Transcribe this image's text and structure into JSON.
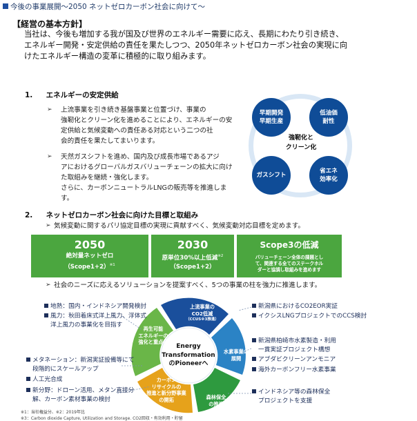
{
  "header": {
    "title": "今後の事業展開～2050 ネットゼロカーボン社会に向けて～"
  },
  "policy": {
    "heading": "【経営の基本方針】",
    "lines": [
      "当社は、今後も増加する我が国及び世界のエネルギー需要に応え、長期にわたり引き続き、",
      "エネルギー開発・安定供給の責任を果たしつつ、2050年ネットゼロカーボン社会の実現に向",
      "けたエネルギー構造の変革に積極的に取り組みます。"
    ]
  },
  "section1": {
    "number": "1.",
    "title": "エネルギーの安定供給",
    "bullets": [
      {
        "lines": [
          "上流事業を引き続き基盤事業と位置づけ、事業の",
          "強靭化とクリーン化を進めることにより、エネルギーの安",
          "定供給と気候変動への責任ある対応という二つの社",
          "会的責任を果たしてまいります。"
        ]
      },
      {
        "lines": [
          "天然ガスシフトを進め、国内及び成長市場であるアジ",
          "アにおけるグローバルガスバリューチェーンの拡大に向け",
          "た取組みを継続・強化します。",
          "さらに、カーボンニュートラルLNGの販売等を推進しま",
          "す。"
        ]
      }
    ]
  },
  "cycle": {
    "center": [
      "強靭化と",
      "クリーン化"
    ],
    "bubbles": [
      {
        "label": [
          "早期開発",
          "早期生産"
        ]
      },
      {
        "label": [
          "低油価",
          "耐性"
        ]
      },
      {
        "label": [
          "ガスシフト"
        ]
      },
      {
        "label": [
          "省エネ",
          "効率化"
        ]
      }
    ]
  },
  "section2": {
    "number": "2.",
    "title": "ネットゼロカーボン社会に向けた目標と取組み",
    "lead": "気候変動に関するパリ協定目標の実現に貢献すべく、気候変動対応目標を定めます。",
    "targets": [
      {
        "headline": "2050",
        "line1": "絶対量ネットゼロ",
        "line2": "（Scope1+2）",
        "note": "※1"
      },
      {
        "headline": "2030",
        "line1": "原単位30%以上低減",
        "line2": "（Scope1+2）",
        "note": "※2"
      },
      {
        "headline": "Scope3の低減",
        "line1": "バリューチェーン全体の課題とし",
        "line2": "て、関連する全てのステークホル",
        "line3": "ダーと協調し取組みを進めます"
      }
    ],
    "lead2": "社会のニーズに応えるソリューションを提案すべく、5つの事業の柱を強力に推進します。"
  },
  "transformation": {
    "center": [
      "Energy",
      "Transformation",
      "のPioneerへ"
    ],
    "pillars": [
      {
        "label": [
          "上流事業の",
          "CO2低減",
          "（CCUS※3推進）"
        ],
        "color": "#1a4f9c"
      },
      {
        "label": [
          "水素事業の",
          "展開"
        ],
        "color": "#2b83c5"
      },
      {
        "label": [
          "森林保全",
          "の推進"
        ],
        "color": "#2e9a3f"
      },
      {
        "label": [
          "カーボン",
          "リサイクルの",
          "推進と新分野事業",
          "の開拓"
        ],
        "color": "#e6a21b"
      },
      {
        "label": [
          "再生可能",
          "エネルギーの",
          "強化と重点化"
        ],
        "color": "#6ab648"
      }
    ],
    "left_items": [
      {
        "lines": [
          "地熱：国内・インドネシア開発検討"
        ]
      },
      {
        "lines": [
          "風力：秋田着床式洋上風力、浮体式",
          "洋上風力の事業化を目指す"
        ]
      },
      {
        "lines": [
          "メタネーション：新潟実証設備等にて",
          "段階的にスケールアップ"
        ]
      },
      {
        "lines": [
          "人工光合成"
        ]
      },
      {
        "lines": [
          "新分野：ドローン活用、メタン直接分",
          "解、カーボン素材事業の検討"
        ]
      }
    ],
    "right_items": [
      {
        "lines": [
          "新潟県におけるCO2EOR実証"
        ]
      },
      {
        "lines": [
          "イクシスLNGプロジェクトでのCCS検討"
        ]
      },
      {
        "lines": [
          "新潟県柏崎市水素製造・利用",
          "一貫実証プロジェクト構想"
        ]
      },
      {
        "lines": [
          "アブダビクリーンアンモニア"
        ]
      },
      {
        "lines": [
          "海外カーボンフリー水素事業"
        ]
      },
      {
        "lines": [
          "インドネシア等の森林保全",
          "プロジェクトを支援"
        ]
      }
    ],
    "footnote1": "※1：当社権益分、※2：2019年比",
    "footnote2": "※3：Carbon dioxide Capture, Utilization and Storage. CO2回収・有効利用・貯留"
  }
}
